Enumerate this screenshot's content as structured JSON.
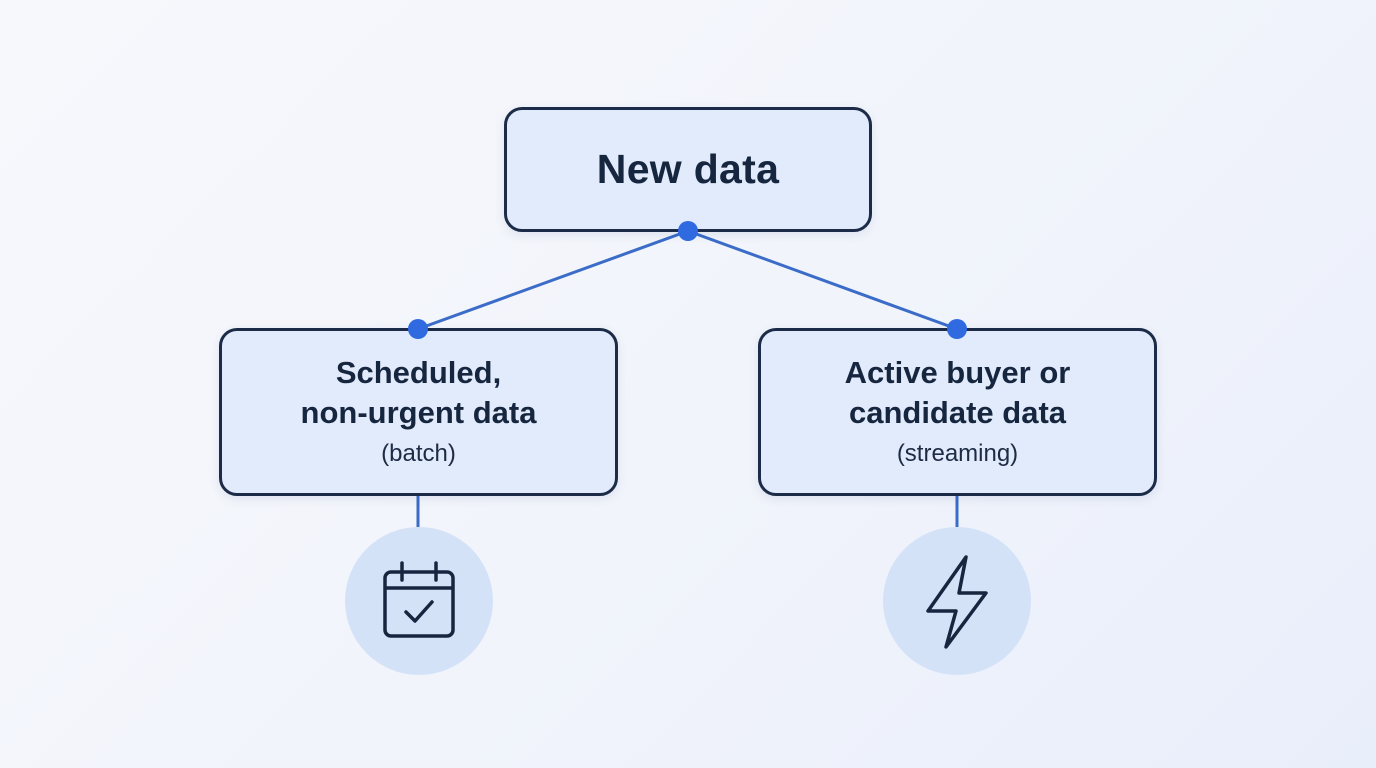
{
  "root": {
    "title": "New data"
  },
  "branches": [
    {
      "line1": "Scheduled,",
      "line2": "non-urgent data",
      "sub": "(batch)",
      "icon": "calendar-check-icon"
    },
    {
      "line1": "Active buyer or",
      "line2": "candidate data",
      "sub": "(streaming)",
      "icon": "lightning-bolt-icon"
    }
  ],
  "colors": {
    "connector": "#3a6cc8",
    "dot": "#2f6ae0",
    "node_fill": "#e1ebfb",
    "node_border": "#1c2c48",
    "icon_bg": "#d4e2f8",
    "text": "#17263f"
  }
}
